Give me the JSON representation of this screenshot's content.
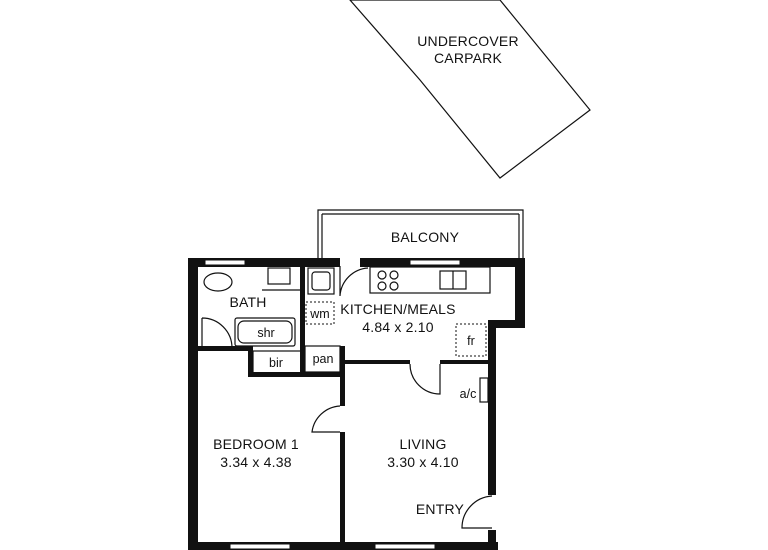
{
  "labels": {
    "carpark_line1": "UNDERCOVER",
    "carpark_line2": "CARPARK",
    "balcony": "BALCONY",
    "bath": "BATH",
    "kitchen": "KITCHEN/MEALS",
    "kitchen_dim": "4.84 x 2.10",
    "wm": "wm",
    "shr": "shr",
    "bir": "bir",
    "pan": "pan",
    "fr": "fr",
    "ac": "a/c",
    "bedroom": "BEDROOM 1",
    "bedroom_dim": "3.34 x 4.38",
    "living": "LIVING",
    "living_dim": "3.30 x 4.10",
    "entry": "ENTRY"
  }
}
